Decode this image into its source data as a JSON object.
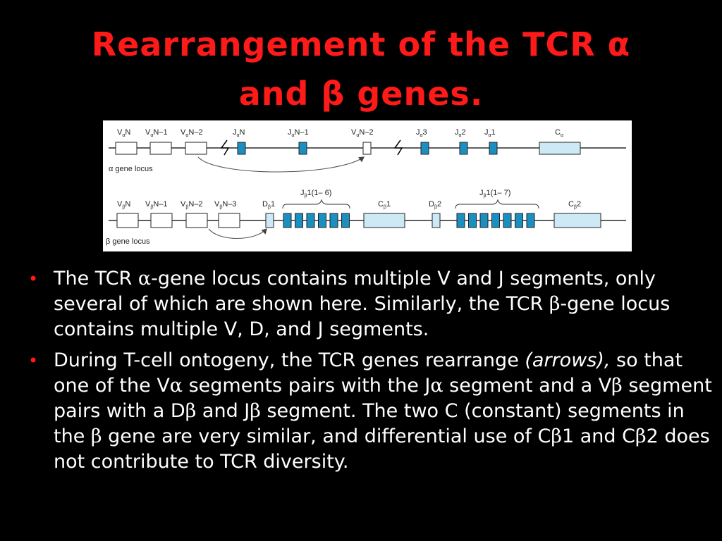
{
  "title": {
    "line1": "Rearrangement of the TCR α",
    "line2": "and β genes."
  },
  "figure": {
    "alpha": {
      "locus_label": "α gene locus",
      "segments": [
        {
          "base": "V",
          "sub": "α",
          "suffix": "N",
          "type": "V"
        },
        {
          "base": "V",
          "sub": "α",
          "suffix": "N–1",
          "type": "V"
        },
        {
          "base": "V",
          "sub": "α",
          "suffix": "N–2",
          "type": "V"
        },
        {
          "base": "J",
          "sub": "α",
          "suffix": "N",
          "type": "J"
        },
        {
          "base": "J",
          "sub": "α",
          "suffix": "N–1",
          "type": "J"
        },
        {
          "base": "V",
          "sub": "α",
          "suffix": "N–2",
          "type": "V-moved"
        },
        {
          "base": "J",
          "sub": "α",
          "suffix": "3",
          "type": "J"
        },
        {
          "base": "J",
          "sub": "α",
          "suffix": "2",
          "type": "J"
        },
        {
          "base": "J",
          "sub": "α",
          "suffix": "1",
          "type": "J"
        },
        {
          "base": "C",
          "sub": "α",
          "suffix": "",
          "type": "C"
        }
      ]
    },
    "beta": {
      "locus_label": "β gene locus",
      "segments": [
        {
          "base": "V",
          "sub": "β",
          "suffix": "N",
          "type": "V"
        },
        {
          "base": "V",
          "sub": "β",
          "suffix": "N–1",
          "type": "V"
        },
        {
          "base": "V",
          "sub": "β",
          "suffix": "N–2",
          "type": "V"
        },
        {
          "base": "V",
          "sub": "β",
          "suffix": "N–3",
          "type": "V"
        },
        {
          "base": "D",
          "sub": "β",
          "suffix": "1",
          "type": "D"
        },
        {
          "base": "C",
          "sub": "β",
          "suffix": "1",
          "type": "C"
        },
        {
          "base": "D",
          "sub": "β",
          "suffix": "2",
          "type": "D"
        },
        {
          "base": "C",
          "sub": "β",
          "suffix": "2",
          "type": "C"
        }
      ],
      "j_cluster_1": "J β 1(1– 6)",
      "j_cluster_2": "J β 1(1– 7)",
      "j_cluster_1_parts": {
        "base": "J",
        "sub": "β",
        "suffix": "1(1– 6)"
      },
      "j_cluster_2_parts": {
        "base": "J",
        "sub": "β",
        "suffix": "1(1– 7)"
      }
    },
    "colors": {
      "j_segment": "#1b8fc0",
      "c_segment": "#cde9f5",
      "v_segment": "#ffffff",
      "d_segment": "#cde9f5",
      "line": "#000000"
    }
  },
  "bullets": {
    "b1": {
      "p1": "The TCR ",
      "s1": "α",
      "p2": "-gene locus contains multiple V and J segments, only several of which are shown here. Similarly, the TCR ",
      "s2": "β",
      "p3": "-gene locus contains multiple V, D, and J segments."
    },
    "b2": {
      "p1": "During T-cell ontogeny, the TCR genes rearrange ",
      "it": "(arrows),",
      "p2": " so that one of the V",
      "s1": "α",
      "p3": " segments pairs with the J",
      "s2": "α",
      "p4": " segment and a V",
      "s3": "β",
      "p5": " segment pairs with a D",
      "s4": "β",
      "p6": " and J",
      "s5": "β",
      "p7": " segment. The two C (constant) segments in the ",
      "s6": "β",
      "p8": " gene are very similar, and differential use of C",
      "s7": "β",
      "p9": "1 and C",
      "s8": "β",
      "p10": "2 does not contribute to TCR diversity."
    }
  }
}
